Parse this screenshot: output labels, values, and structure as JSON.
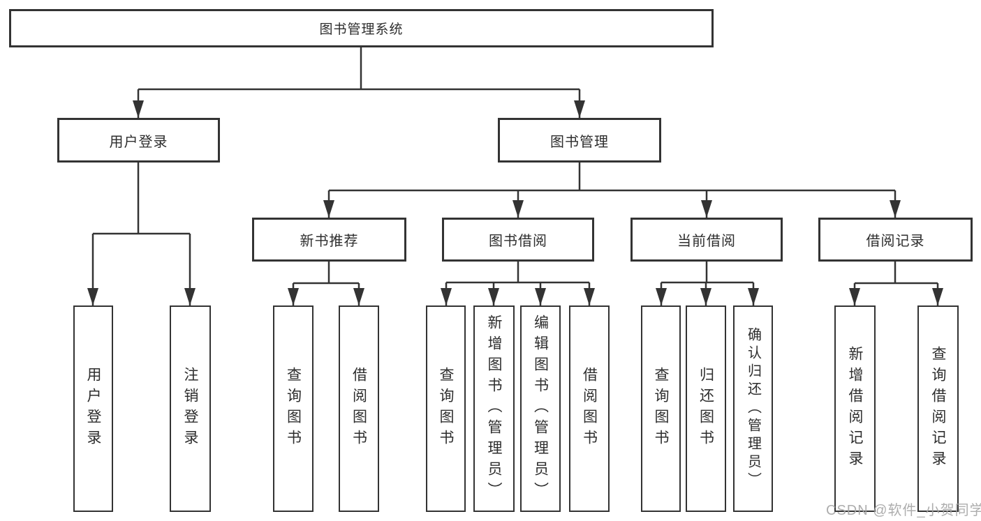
{
  "diagram": {
    "type": "hierarchy-tree",
    "root": {
      "label": "图书管理系统",
      "children": [
        {
          "label": "用户登录",
          "children": [
            {
              "label": "用户登录"
            },
            {
              "label": "注销登录"
            }
          ]
        },
        {
          "label": "图书管理",
          "children": [
            {
              "label": "新书推荐",
              "children": [
                {
                  "label": "查询图书"
                },
                {
                  "label": "借阅图书"
                }
              ]
            },
            {
              "label": "图书借阅",
              "children": [
                {
                  "label": "查询图书"
                },
                {
                  "label": "新增图书（管理员）"
                },
                {
                  "label": "编辑图书（管理员）"
                },
                {
                  "label": "借阅图书"
                }
              ]
            },
            {
              "label": "当前借阅",
              "children": [
                {
                  "label": "查询图书"
                },
                {
                  "label": "归还图书"
                },
                {
                  "label": "确认归还（管理员）"
                }
              ]
            },
            {
              "label": "借阅记录",
              "children": [
                {
                  "label": "新增借阅记录"
                },
                {
                  "label": "查询借阅记录"
                }
              ]
            }
          ]
        }
      ]
    },
    "colors": {
      "line": "#333333",
      "box_border": "#333333",
      "box_fill": "#ffffff",
      "text": "#2d2d2d",
      "watermark": "#a5a5a5",
      "background": "#ffffff"
    }
  },
  "watermark": {
    "text": "CSDN @软件_小贺同学"
  }
}
